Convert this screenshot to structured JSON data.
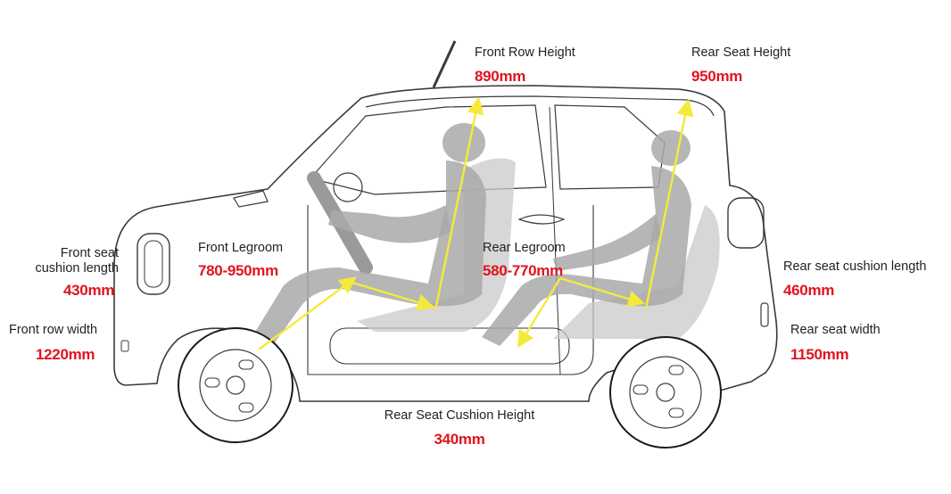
{
  "colors": {
    "value_red": "#e0141e",
    "arrow_yellow": "#f4ea3c",
    "mannequin_gray": "#a9a9a9",
    "seat_gray": "#c9c9c9",
    "outline": "#3a3a3a"
  },
  "measurements": {
    "front_row_height": {
      "label": "Front Row Height",
      "value": "890mm"
    },
    "rear_seat_height": {
      "label": "Rear Seat Height",
      "value": "950mm"
    },
    "front_seat_cushion_length": {
      "label_line1": "Front seat",
      "label_line2": "cushion length",
      "value": "430mm"
    },
    "front_legroom": {
      "label": "Front Legroom",
      "value": "780-950mm"
    },
    "rear_legroom": {
      "label": "Rear Legroom",
      "value": "580-770mm"
    },
    "rear_seat_cushion_length": {
      "label": "Rear seat cushion length",
      "value": "460mm"
    },
    "front_row_width": {
      "label": "Front row width",
      "value": "1220mm"
    },
    "rear_seat_width": {
      "label": "Rear seat width",
      "value": "1150mm"
    },
    "rear_seat_cushion_height": {
      "label": "Rear Seat Cushion Height",
      "value": "340mm"
    }
  }
}
